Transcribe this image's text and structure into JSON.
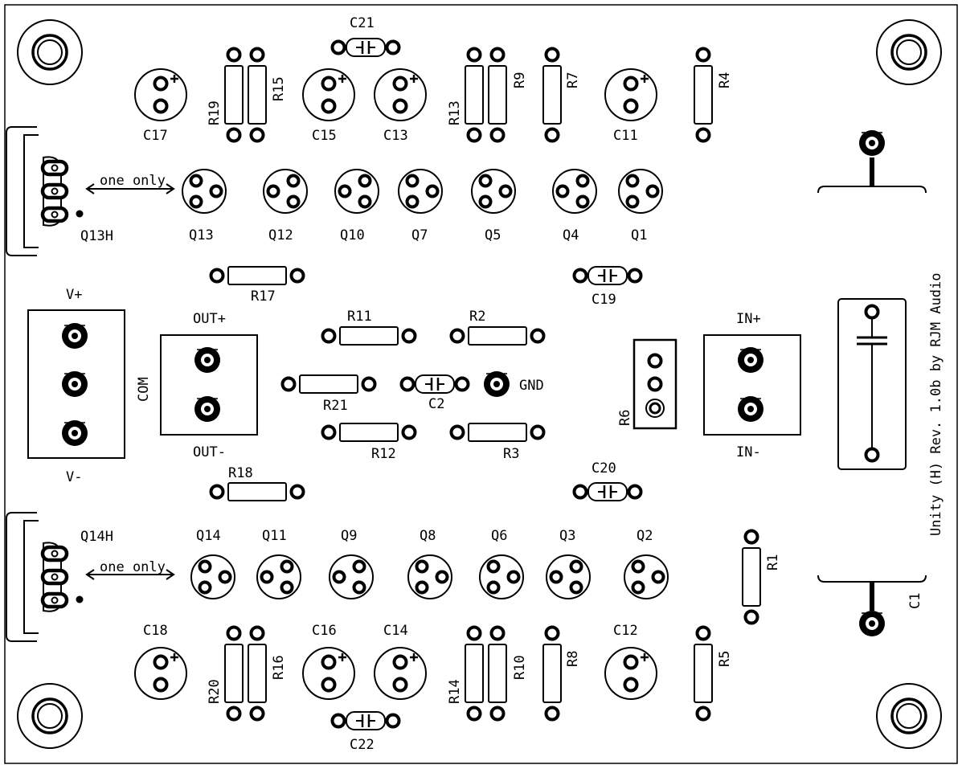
{
  "title": "Unity (H) Rev. 1.0b by RJM Audio",
  "connectors": {
    "vplus": "V+",
    "vminus": "V-",
    "com": "COM",
    "outplus": "OUT+",
    "outminus": "OUT-",
    "inplus": "IN+",
    "inminus": "IN-",
    "gnd": "GND"
  },
  "notes": {
    "one_only": "one only"
  },
  "resistors": {
    "r1": "R1",
    "r2": "R2",
    "r3": "R3",
    "r4": "R4",
    "r5": "R5",
    "r6": "R6",
    "r7": "R7",
    "r8": "R8",
    "r9": "R9",
    "r10": "R10",
    "r11": "R11",
    "r12": "R12",
    "r13": "R13",
    "r14": "R14",
    "r15": "R15",
    "r16": "R16",
    "r17": "R17",
    "r18": "R18",
    "r19": "R19",
    "r20": "R20",
    "r21": "R21"
  },
  "capacitors": {
    "c1": "C1",
    "c2": "C2",
    "c11": "C11",
    "c12": "C12",
    "c13": "C13",
    "c14": "C14",
    "c15": "C15",
    "c16": "C16",
    "c17": "C17",
    "c18": "C18",
    "c19": "C19",
    "c20": "C20",
    "c21": "C21",
    "c22": "C22"
  },
  "transistors": {
    "q1": "Q1",
    "q2": "Q2",
    "q3": "Q3",
    "q4": "Q4",
    "q5": "Q5",
    "q6": "Q6",
    "q7": "Q7",
    "q8": "Q8",
    "q9": "Q9",
    "q10": "Q10",
    "q11": "Q11",
    "q12": "Q12",
    "q13": "Q13",
    "q14": "Q14",
    "q13h": "Q13H",
    "q14h": "Q14H"
  },
  "colors": {
    "ink": "#000000",
    "board": "#ffffff"
  }
}
